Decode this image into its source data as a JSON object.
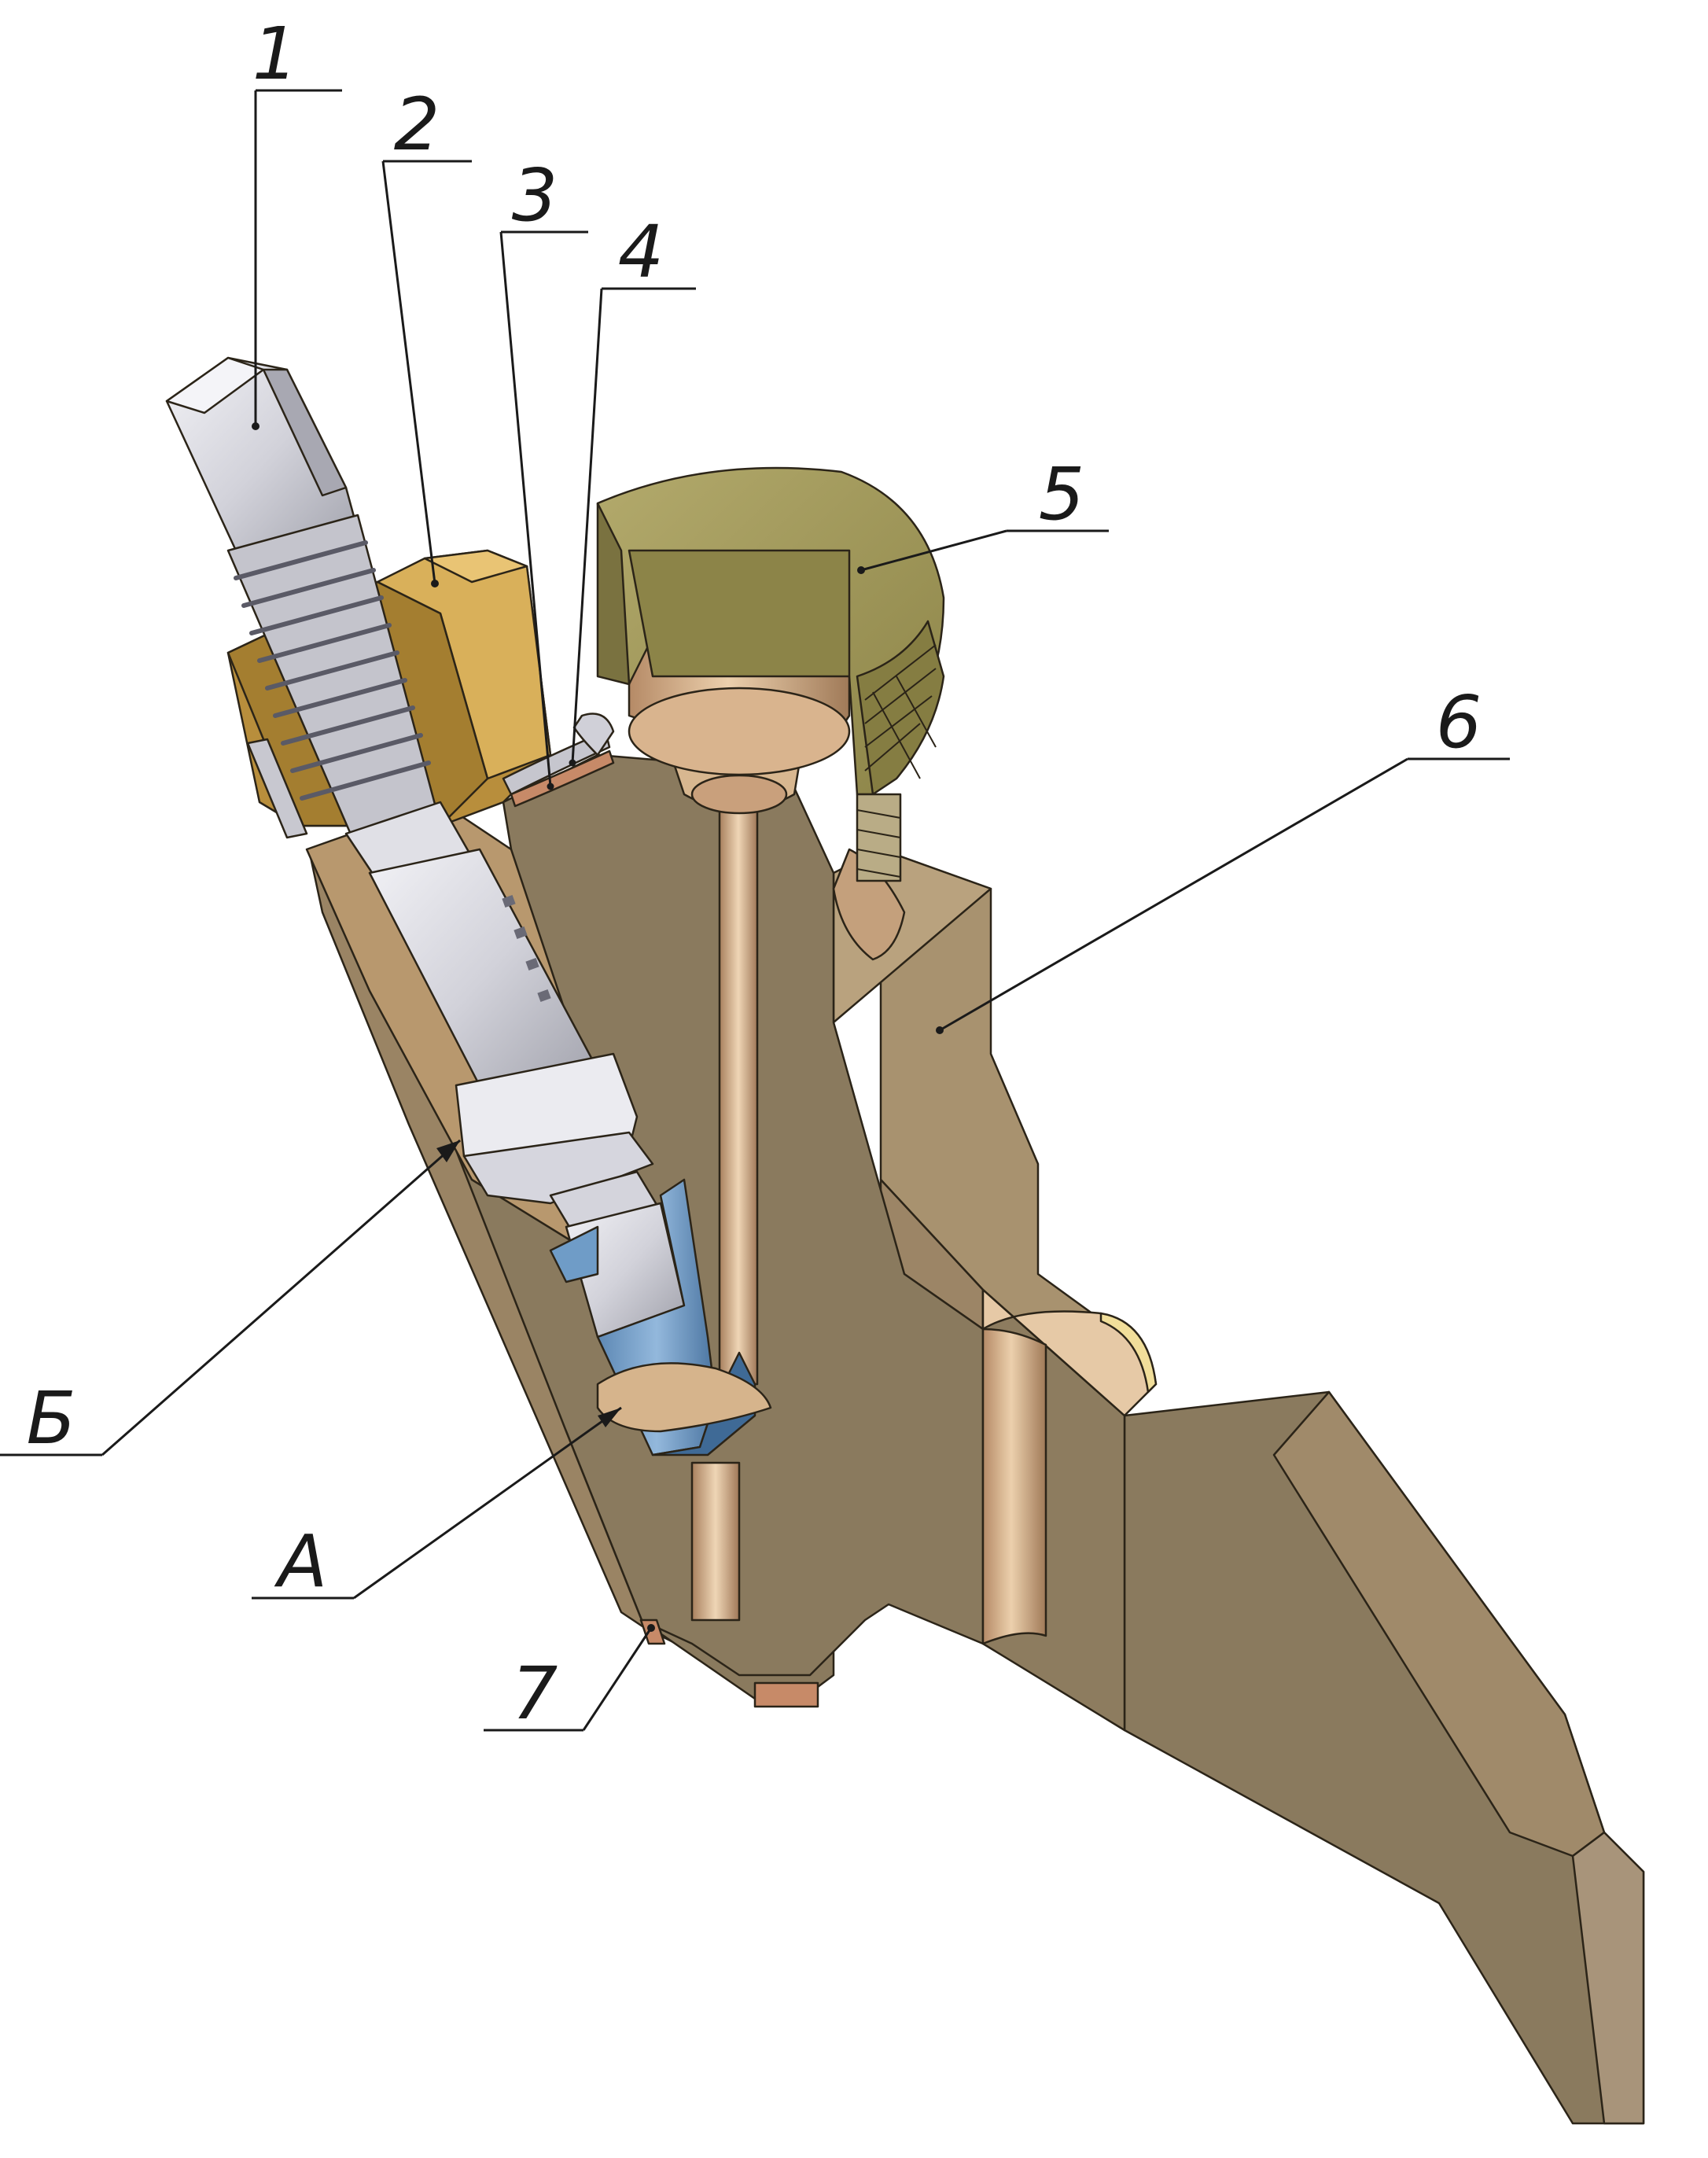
{
  "callouts": [
    {
      "id": "1",
      "label": "1"
    },
    {
      "id": "2",
      "label": "2"
    },
    {
      "id": "3",
      "label": "3"
    },
    {
      "id": "4",
      "label": "4"
    },
    {
      "id": "5",
      "label": "5"
    },
    {
      "id": "6",
      "label": "6"
    },
    {
      "id": "7",
      "label": "7"
    },
    {
      "id": "A",
      "label": "А"
    },
    {
      "id": "B",
      "label": "Б"
    }
  ],
  "colors": {
    "body_main": "#8a7a5e",
    "body_light": "#b39c78",
    "body_mid": "#9c8566",
    "bore_highlight": "#e3c4a0",
    "bore_mid": "#c9a07c",
    "cap": "#a39a5e",
    "cap_dark": "#6e6636",
    "nut_top": "#d9b05a",
    "nut_side": "#b88e3c",
    "nut_dark": "#8c6a28",
    "stem_light": "#e8e8ee",
    "stem_mid": "#c6c6ce",
    "stem_dark": "#9a9aa4",
    "needle_blue": "#7aa4cc",
    "needle_blue_dark": "#4d7aa8",
    "washer_copper": "#c78a68",
    "line": "#1a1a1a"
  }
}
